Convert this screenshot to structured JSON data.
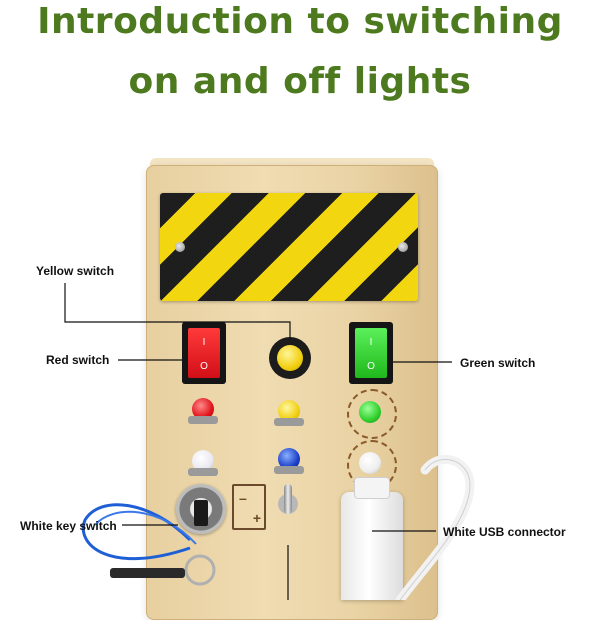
{
  "title": {
    "line1": "Introduction to switching",
    "line2": "on and off lights"
  },
  "labels": {
    "yellow_switch": "Yellow switch",
    "red_switch": "Red switch",
    "green_switch": "Green switch",
    "white_key_switch": "White key switch",
    "white_usb_connector": "White USB connector"
  },
  "switch_marks": {
    "on": "I",
    "off": "O"
  },
  "battery_marks": {
    "minus": "–",
    "plus": "+"
  },
  "colors": {
    "title": "#4d7a1f",
    "hazard_yellow": "#f2d60f",
    "hazard_black": "#1e1e1e",
    "red_switch": "#e0121b",
    "green_switch": "#2fcf2b",
    "yellow_button": "#f1cf10",
    "wood": "#ead4a6",
    "lanyard": "#1f5fd6"
  },
  "icons": {
    "rocker_switch": "rocker-switch-icon",
    "push_button": "push-button-icon",
    "led": "led-bulb-icon",
    "key": "key-icon",
    "battery": "battery-icon",
    "usb": "usb-plug-icon"
  }
}
